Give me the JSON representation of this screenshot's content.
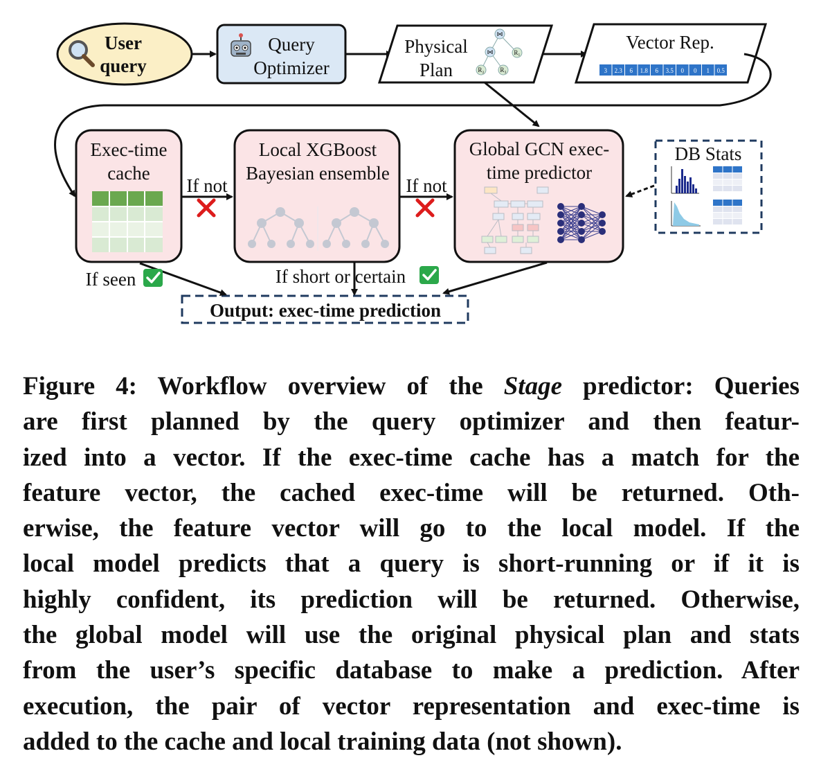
{
  "diagram": {
    "user_query": [
      "User",
      "query"
    ],
    "query_optimizer": [
      "Query",
      "Optimizer"
    ],
    "physical_plan": [
      "Physical",
      "Plan"
    ],
    "plan_tree_nodes": [
      "⋈",
      "⋈",
      "R₁",
      "R₂",
      "R₃"
    ],
    "vector_rep_title": "Vector Rep.",
    "vector_values": [
      "3",
      "2.3",
      "6",
      "1.8",
      "6",
      "3.5",
      "0",
      "0",
      "1",
      "0.5"
    ],
    "exec_cache": [
      "Exec-time",
      "cache"
    ],
    "local_model": [
      "Local XGBoost",
      "Bayesian ensemble"
    ],
    "global_model": [
      "Global GCN exec-",
      "time predictor"
    ],
    "db_stats": "DB Stats",
    "if_not_1": "If not",
    "if_not_2": "If not",
    "if_seen": "If seen",
    "if_short": "If short or certain",
    "output": "Output: exec-time prediction",
    "colors": {
      "user_fill": "#fbefc6",
      "optimizer_fill": "#dbe8f5",
      "model_fill": "#fbe4e6",
      "vector_cell": "#2e74c8",
      "cache_header": "#6aa84f",
      "cache_cell": "#d9ead3",
      "check_green": "#2ba84a",
      "cross_red": "#dd1c1c"
    }
  },
  "caption": {
    "prefix": "Figure 4: Workflow overview of the ",
    "emph": "Stage",
    "lines": [
      " predictor: Queries",
      "are first planned by the query optimizer and then featur-",
      "ized into a vector. If the exec-time cache has a match for the",
      "feature vector, the cached exec-time will be returned. Oth-",
      "erwise, the feature vector will go to the local model. If the",
      "local model predicts that a query is short-running or if it is",
      "highly confident, its prediction will be returned. Otherwise,",
      "the global model will use the original physical plan and stats",
      "from the user’s specific database to make a prediction. After",
      "execution, the pair of vector representation and exec-time is",
      "added to the cache and local training data (not shown)."
    ]
  }
}
